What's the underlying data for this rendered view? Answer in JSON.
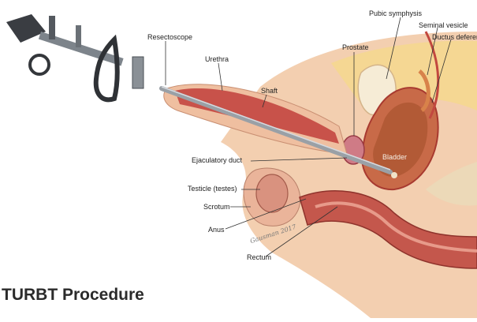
{
  "labels": {
    "pubic_symphysis": "Pubic symphysis",
    "seminal_vesicle": "Seminal vesicle",
    "ductus_deferens": "Ductus deferens",
    "resectoscope": "Resectoscope",
    "prostate": "Prostate",
    "urethra": "Urethra",
    "shaft": "Shaft",
    "bladder": "Bladder",
    "ejaculatory_duct": "Ejaculatory duct",
    "testicle": "Testicle (testes)",
    "scrotum": "Scrotum",
    "anus": "Anus",
    "rectum": "Rectum"
  },
  "title": "TURBT Procedure",
  "colors": {
    "skin": "#f2c9a8",
    "tissue": "#e9a98c",
    "urethra": "#c8524a",
    "muscle": "#b9433c",
    "bone": "#f5ead2",
    "instrument": "#8f959c",
    "instrument_dark": "#3f4348"
  }
}
